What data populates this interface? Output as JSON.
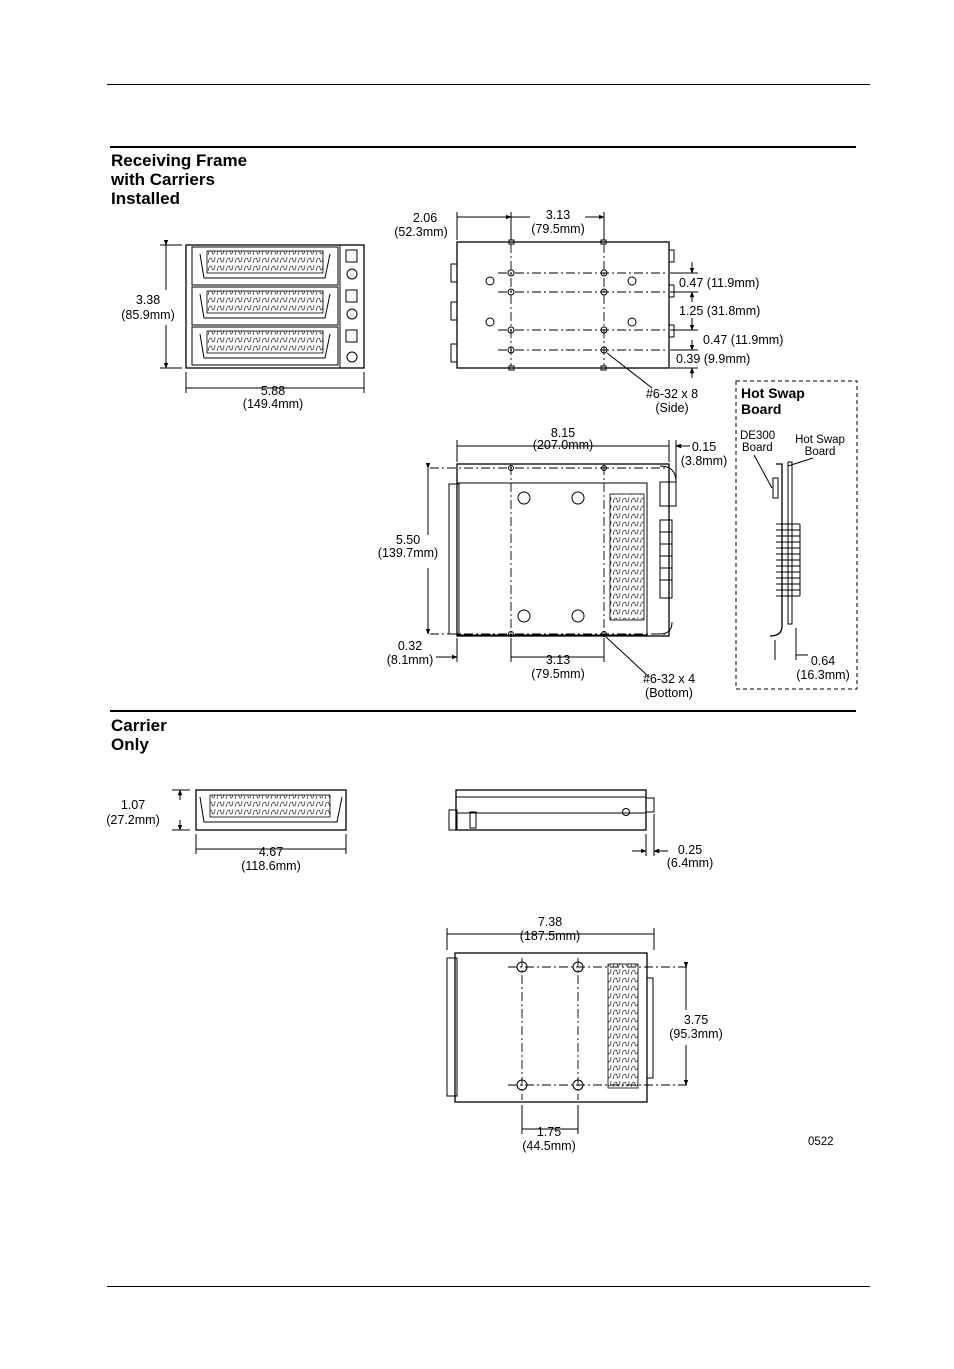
{
  "sections": {
    "frame_title": "Receiving Frame\nwith Carriers\nInstalled",
    "carrier_title": "Carrier\nOnly"
  },
  "frame_front": {
    "height_in": "3.38",
    "height_mm": "(85.9mm)",
    "width_in": "5.88",
    "width_mm": "(149.4mm)"
  },
  "frame_side": {
    "left_in": "2.06",
    "left_mm": "(52.3mm)",
    "span_in": "3.13",
    "span_mm": "(79.5mm)",
    "d1": "0.47 (11.9mm)",
    "d2": "1.25 (31.8mm)",
    "d3": "0.47 (11.9mm)",
    "d4": "0.39 (9.9mm)",
    "screw_a": "#6-32 x 8",
    "screw_b": "(Side)"
  },
  "frame_bottom": {
    "length_in": "8.15",
    "length_mm": "(207.0mm)",
    "lip_in": "0.15",
    "lip_mm": "(3.8mm)",
    "height_in": "5.50",
    "height_mm": "(139.7mm)",
    "offset_in": "0.32",
    "offset_mm": "(8.1mm)",
    "span_in": "3.13",
    "span_mm": "(79.5mm)",
    "screw_a": "#6-32 x 4",
    "screw_b": "(Bottom)"
  },
  "hot_swap": {
    "title_a": "Hot Swap",
    "title_b": "Board",
    "de300_a": "DE300",
    "de300_b": "Board",
    "hs_a": "Hot Swap",
    "hs_b": "Board",
    "dim_in": "0.64",
    "dim_mm": "(16.3mm)"
  },
  "carrier_front": {
    "height_in": "1.07",
    "height_mm": "(27.2mm)",
    "width_in": "4.67",
    "width_mm": "(118.6mm)"
  },
  "carrier_side": {
    "dim_in": "0.25",
    "dim_mm": "(6.4mm)"
  },
  "carrier_bottom": {
    "length_in": "7.38",
    "length_mm": "(187.5mm)",
    "height_in": "3.75",
    "height_mm": "(95.3mm)",
    "span_in": "1.75",
    "span_mm": "(44.5mm)"
  },
  "figure_id": "0522"
}
